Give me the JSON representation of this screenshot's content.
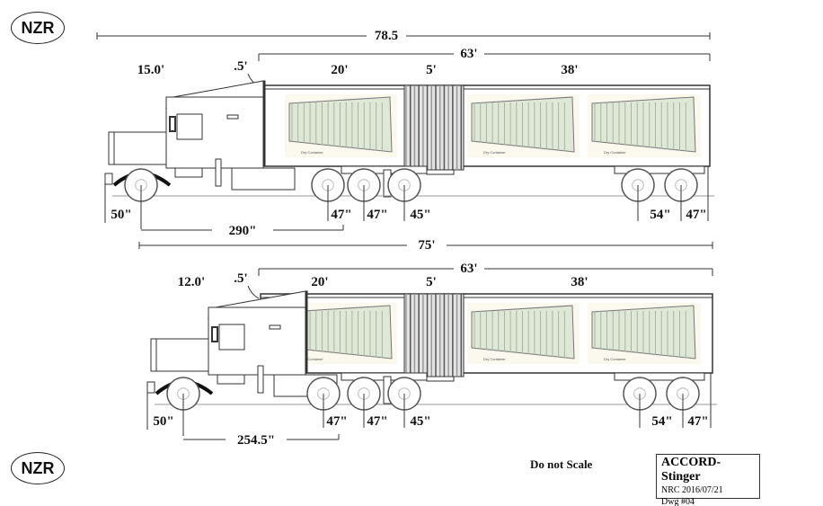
{
  "logo": "NZR",
  "note": "Do not Scale",
  "title_block": {
    "title": "ACCORD-Stinger",
    "line1": "NRC 2016/07/21",
    "line2": "Dwg  #04"
  },
  "container_label": "Dry Container",
  "truck1": {
    "overall": "78.5",
    "trailer": "63'",
    "tractor_height": "15.0'",
    "gap": ".5'",
    "sec1": "20'",
    "sec2": "5'",
    "sec3": "38'",
    "front_overhang": "50\"",
    "wheelbase": "290\"",
    "axle1": "47\"",
    "axle2": "47\"",
    "axle3": "45\"",
    "trailer_axle1": "54\"",
    "trailer_axle2": "47\""
  },
  "truck2": {
    "overall": "75'",
    "trailer": "63'",
    "tractor_height": "12.0'",
    "gap": ".5'",
    "sec1": "20'",
    "sec2": "5'",
    "sec3": "38'",
    "front_overhang": "50\"",
    "wheelbase": "254.5\"",
    "axle1": "47\"",
    "axle2": "47\"",
    "axle3": "45\"",
    "trailer_axle1": "54\"",
    "trailer_axle2": "47\""
  }
}
